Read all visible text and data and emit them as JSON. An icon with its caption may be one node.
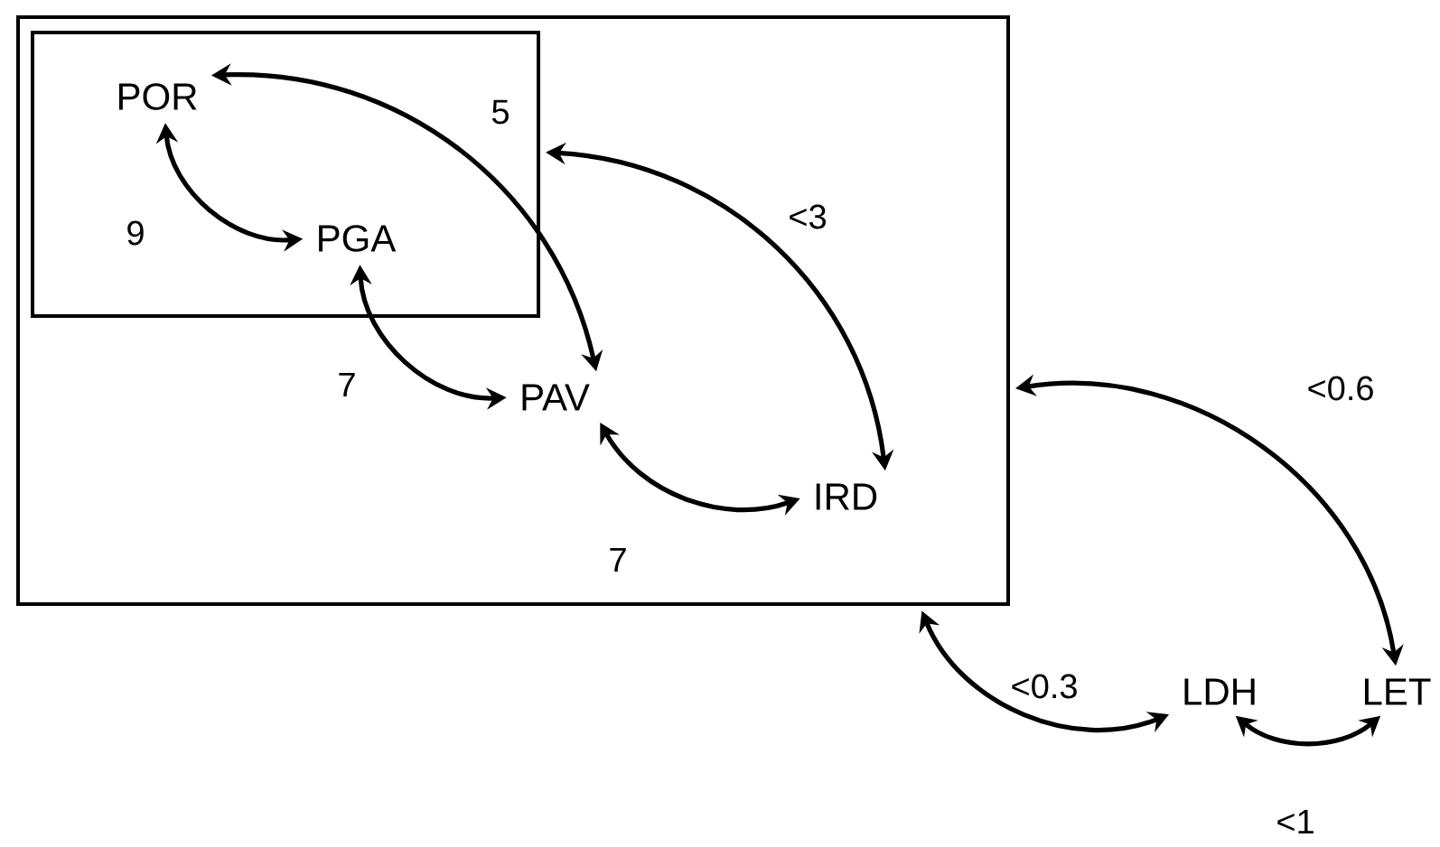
{
  "diagram": {
    "nodes": [
      {
        "text": [],
        "shape": "box"
      },
      {
        "text": [],
        "shape": "box",
        "in": 0
      },
      {
        "text": [
          "POR"
        ],
        "in": 1
      },
      {
        "text": [
          "PGA"
        ],
        "in": 1
      },
      {
        "text": [
          "PAV"
        ],
        "in": 0
      },
      {
        "text": [
          "IRD"
        ],
        "in": 0
      },
      {
        "text": [
          "LDH"
        ]
      },
      {
        "text": [
          "LET"
        ]
      }
    ],
    "edges": [
      {
        "from": 2,
        "to": 3,
        "arrow": "both",
        "label": "9"
      },
      {
        "from": 3,
        "to": 4,
        "arrow": "both",
        "label": "7"
      },
      {
        "from": 2,
        "to": 4,
        "arrow": "both",
        "label": "5"
      },
      {
        "from": 1,
        "to": 5,
        "arrow": "both",
        "label": "<3"
      },
      {
        "from": 4,
        "to": 5,
        "arrow": "both",
        "label": "7"
      },
      {
        "from": 0,
        "to": 7,
        "arrow": "both",
        "label": "<0.6"
      },
      {
        "from": 0,
        "to": 6,
        "arrow": "both",
        "label": "<0.3"
      },
      {
        "from": 6,
        "to": 7,
        "arrow": "both",
        "label": "<1"
      }
    ]
  }
}
